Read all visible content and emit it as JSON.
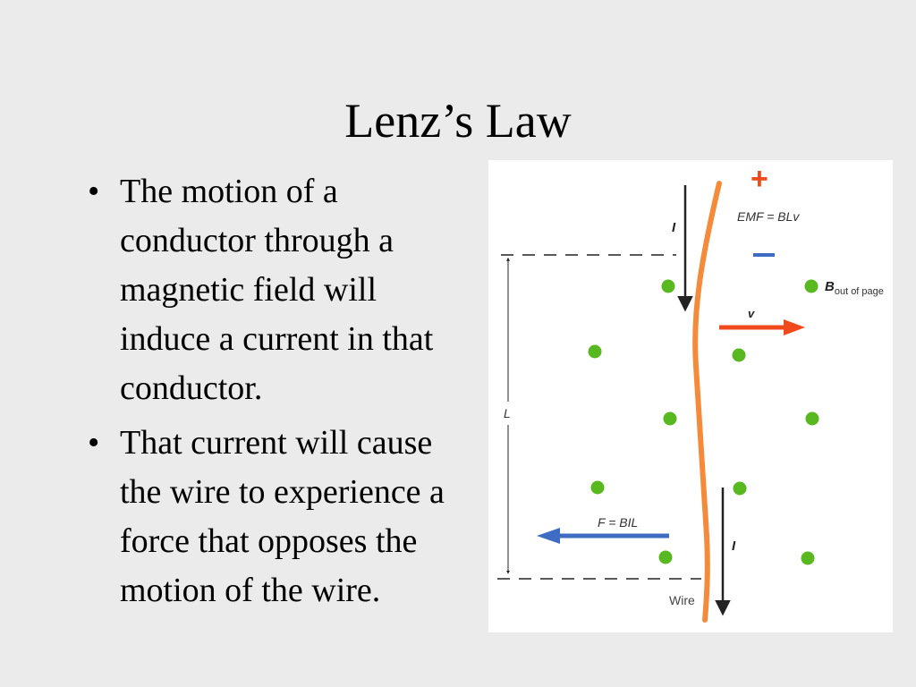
{
  "slide": {
    "title": "Lenz’s Law",
    "bullets": [
      "The motion of a conductor through a magnetic field will induce a current in that conductor.",
      "That current will cause the wire to experience a force that opposes the motion of the wire."
    ],
    "bullet_glyph": "•"
  },
  "figure": {
    "plus": "+",
    "emf_label": "EMF = BLv",
    "current_label": "I",
    "b_label": "B",
    "b_subscript": "out of page",
    "v_label": "v",
    "length_label": "L",
    "force_label": "F = BIL",
    "wire_label": "Wire",
    "colors": {
      "wire": "#f58a3a",
      "velocity_arrow": "#f04a1c",
      "force_arrow": "#3d6cc2",
      "plus": "#f04a1c",
      "minus": "#3d6cc2",
      "field_dots": "#57b81f",
      "lines": "#222222"
    }
  }
}
